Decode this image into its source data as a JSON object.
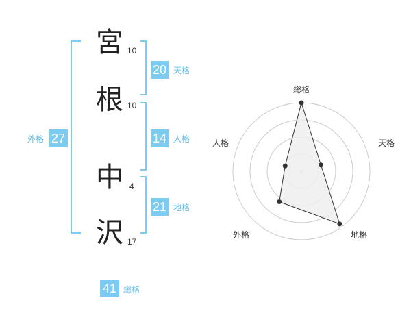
{
  "name": {
    "chars": [
      {
        "char": "宮",
        "strokes": "10"
      },
      {
        "char": "根",
        "strokes": "10"
      },
      {
        "char": "中",
        "strokes": "4"
      },
      {
        "char": "沢",
        "strokes": "17"
      }
    ]
  },
  "fortunes": {
    "tenkaku": {
      "value": "20",
      "label": "天格"
    },
    "jinkaku": {
      "value": "14",
      "label": "人格"
    },
    "chikaku": {
      "value": "21",
      "label": "地格"
    },
    "gaikaku": {
      "value": "27",
      "label": "外格"
    },
    "soukaku": {
      "value": "41",
      "label": "総格"
    }
  },
  "colors": {
    "accent": "#7ecbf2",
    "bracket": "#7ecbf2",
    "radar_fill": "#eeeeee",
    "radar_line": "#333333",
    "grid": "#cccccc"
  },
  "chart_data": {
    "type": "radar",
    "axes": [
      "総格",
      "天格",
      "地格",
      "外格",
      "人格"
    ],
    "values": [
      1.0,
      0.3,
      0.95,
      0.55,
      0.25
    ],
    "rings": 4,
    "grid": true
  }
}
